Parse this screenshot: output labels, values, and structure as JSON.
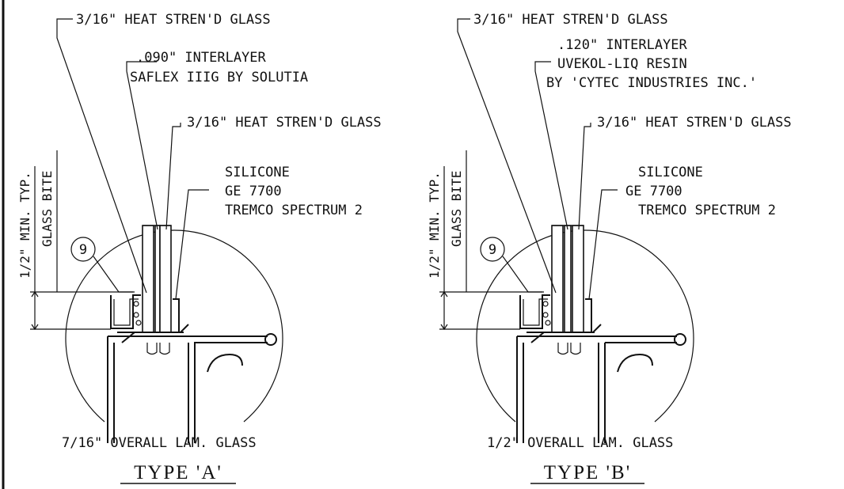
{
  "type_a": {
    "outer_glass": "3/16\" HEAT STREN'D GLASS",
    "interlayer_1": ".090\" INTERLAYER",
    "interlayer_2": "SAFLEX IIIG BY SOLUTIA",
    "inner_glass": "3/16\" HEAT STREN'D GLASS",
    "silicone_1": "SILICONE",
    "silicone_2": "GE 7700",
    "silicone_3": "TREMCO SPECTRUM 2",
    "bite_1": "1/2\" MIN. TYP.",
    "bite_2": "GLASS BITE",
    "callout": "9",
    "overall": "7/16\" OVERALL LAM. GLASS",
    "title": "TYPE 'A'"
  },
  "type_b": {
    "outer_glass": "3/16\" HEAT STREN'D GLASS",
    "interlayer_1": ".120\" INTERLAYER",
    "interlayer_2": "UVEKOL-LIQ RESIN",
    "interlayer_3": "BY 'CYTEC INDUSTRIES INC.'",
    "inner_glass": "3/16\" HEAT STREN'D GLASS",
    "silicone_1": "SILICONE",
    "silicone_2": "GE 7700",
    "silicone_3": "TREMCO SPECTRUM 2",
    "bite_1": "1/2\" MIN. TYP.",
    "bite_2": "GLASS BITE",
    "callout": "9",
    "overall": "1/2\" OVERALL LAM. GLASS",
    "title": "TYPE 'B'"
  }
}
